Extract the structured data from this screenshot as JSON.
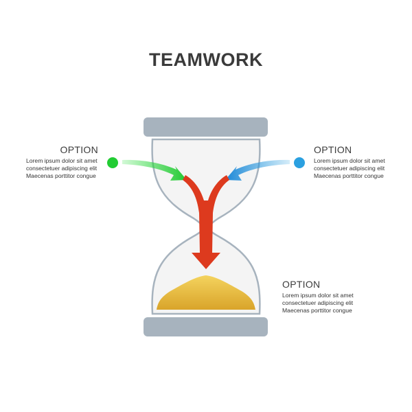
{
  "title": "TEAMWORK",
  "options": [
    {
      "heading": "OPTION",
      "lines": [
        "Lorem ipsum dolor sit amet",
        "consectetuer adipiscing elit",
        "Maecenas porttitor congue"
      ],
      "color": "#22cc33"
    },
    {
      "heading": "OPTION",
      "lines": [
        "Lorem ipsum dolor sit amet",
        "consectetuer adipiscing elit",
        "Maecenas porttitor congue"
      ],
      "color": "#2ba0e0"
    },
    {
      "heading": "OPTION",
      "lines": [
        "Lorem ipsum dolor sit amet",
        "consectetuer adipiscing elit",
        "Maecenas porttitor congue"
      ],
      "color": "#e03a20"
    }
  ],
  "colors": {
    "frame": "#a7b3be",
    "glass_outline": "#a7b3be",
    "glass_fill": "#f3f3f3",
    "sand": "#e8b83a",
    "merged_arrow": "#dd3a1e"
  }
}
